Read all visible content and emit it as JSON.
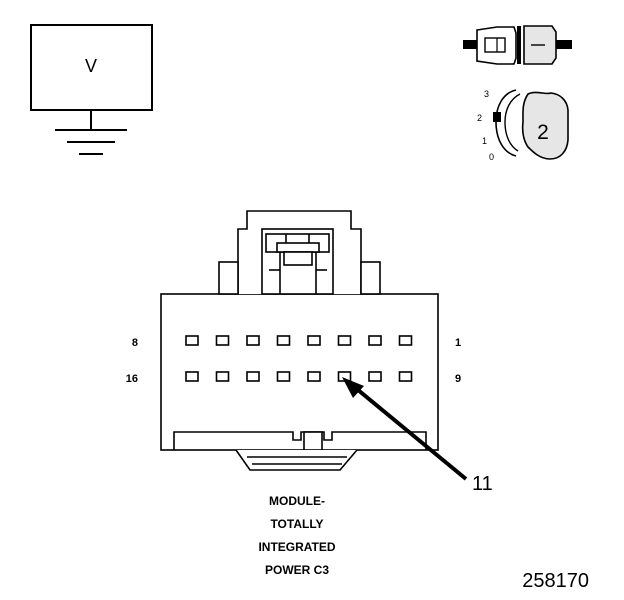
{
  "meter": {
    "symbol": "V"
  },
  "switch_positions": [
    "3",
    "2",
    "1",
    "0"
  ],
  "switch_setting": "2",
  "connector": {
    "pin_labels": {
      "top_left": "8",
      "top_right": "1",
      "bottom_left": "16",
      "bottom_right": "9"
    },
    "callout": "11",
    "caption": [
      "MODULE-",
      "TOTALLY",
      "INTEGRATED",
      "POWER C3"
    ]
  },
  "figure_number": "258170",
  "colors": {
    "ink": "#000000",
    "paper": "#ffffff",
    "probe_fill": "#e6e6e6"
  }
}
